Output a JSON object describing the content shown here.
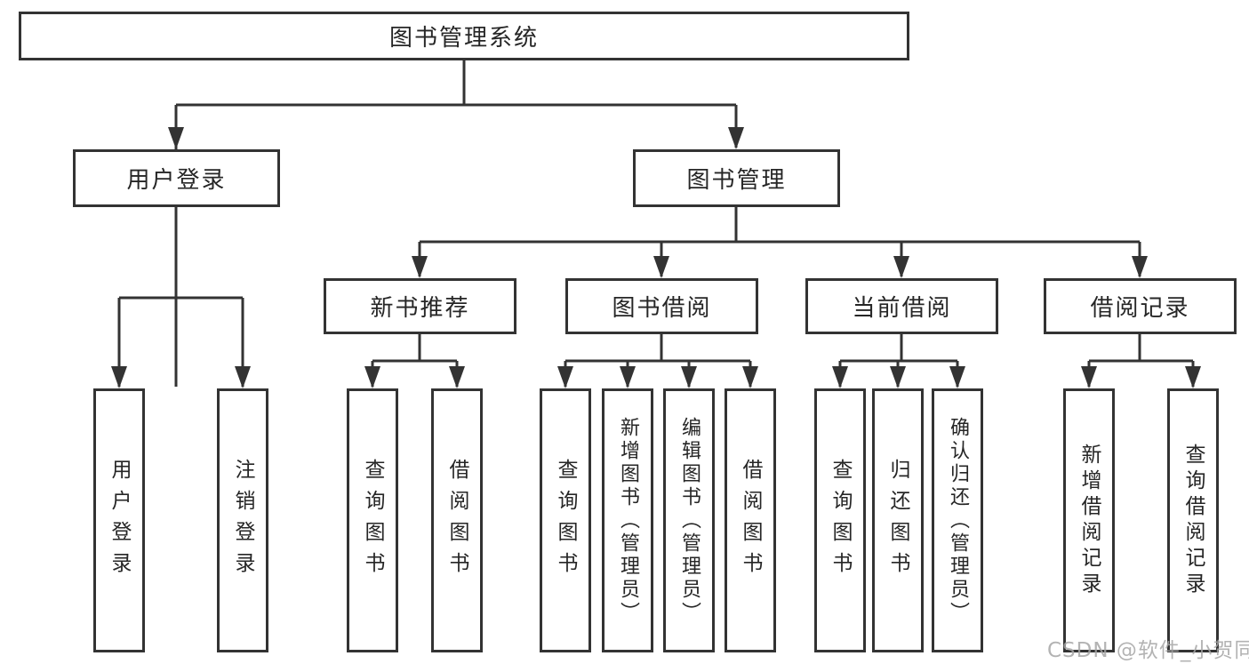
{
  "root": {
    "label": "图书管理系统"
  },
  "branches": [
    {
      "label": "用户登录",
      "children": [
        {
          "label": "用户登录"
        },
        {
          "label": "注销登录"
        }
      ]
    },
    {
      "label": "图书管理",
      "children": [
        {
          "label": "新书推荐",
          "children": [
            {
              "label": "查询图书"
            },
            {
              "label": "借阅图书"
            }
          ]
        },
        {
          "label": "图书借阅",
          "children": [
            {
              "label": "查询图书"
            },
            {
              "label": "新增图书（管理员）"
            },
            {
              "label": "编辑图书（管理员）"
            },
            {
              "label": "借阅图书"
            }
          ]
        },
        {
          "label": "当前借阅",
          "children": [
            {
              "label": "查询图书"
            },
            {
              "label": "归还图书"
            },
            {
              "label": "确认归还（管理员）"
            }
          ]
        },
        {
          "label": "借阅记录",
          "children": [
            {
              "label": "新增借阅记录"
            },
            {
              "label": "查询借阅记录"
            }
          ]
        }
      ]
    }
  ],
  "watermark": {
    "text": "CSDN @软件_小贺同学"
  },
  "colors": {
    "line": "#333333",
    "box_border": "#333333",
    "text": "#262626",
    "watermark_text": "#a6a6a6",
    "background": "#ffffff"
  }
}
